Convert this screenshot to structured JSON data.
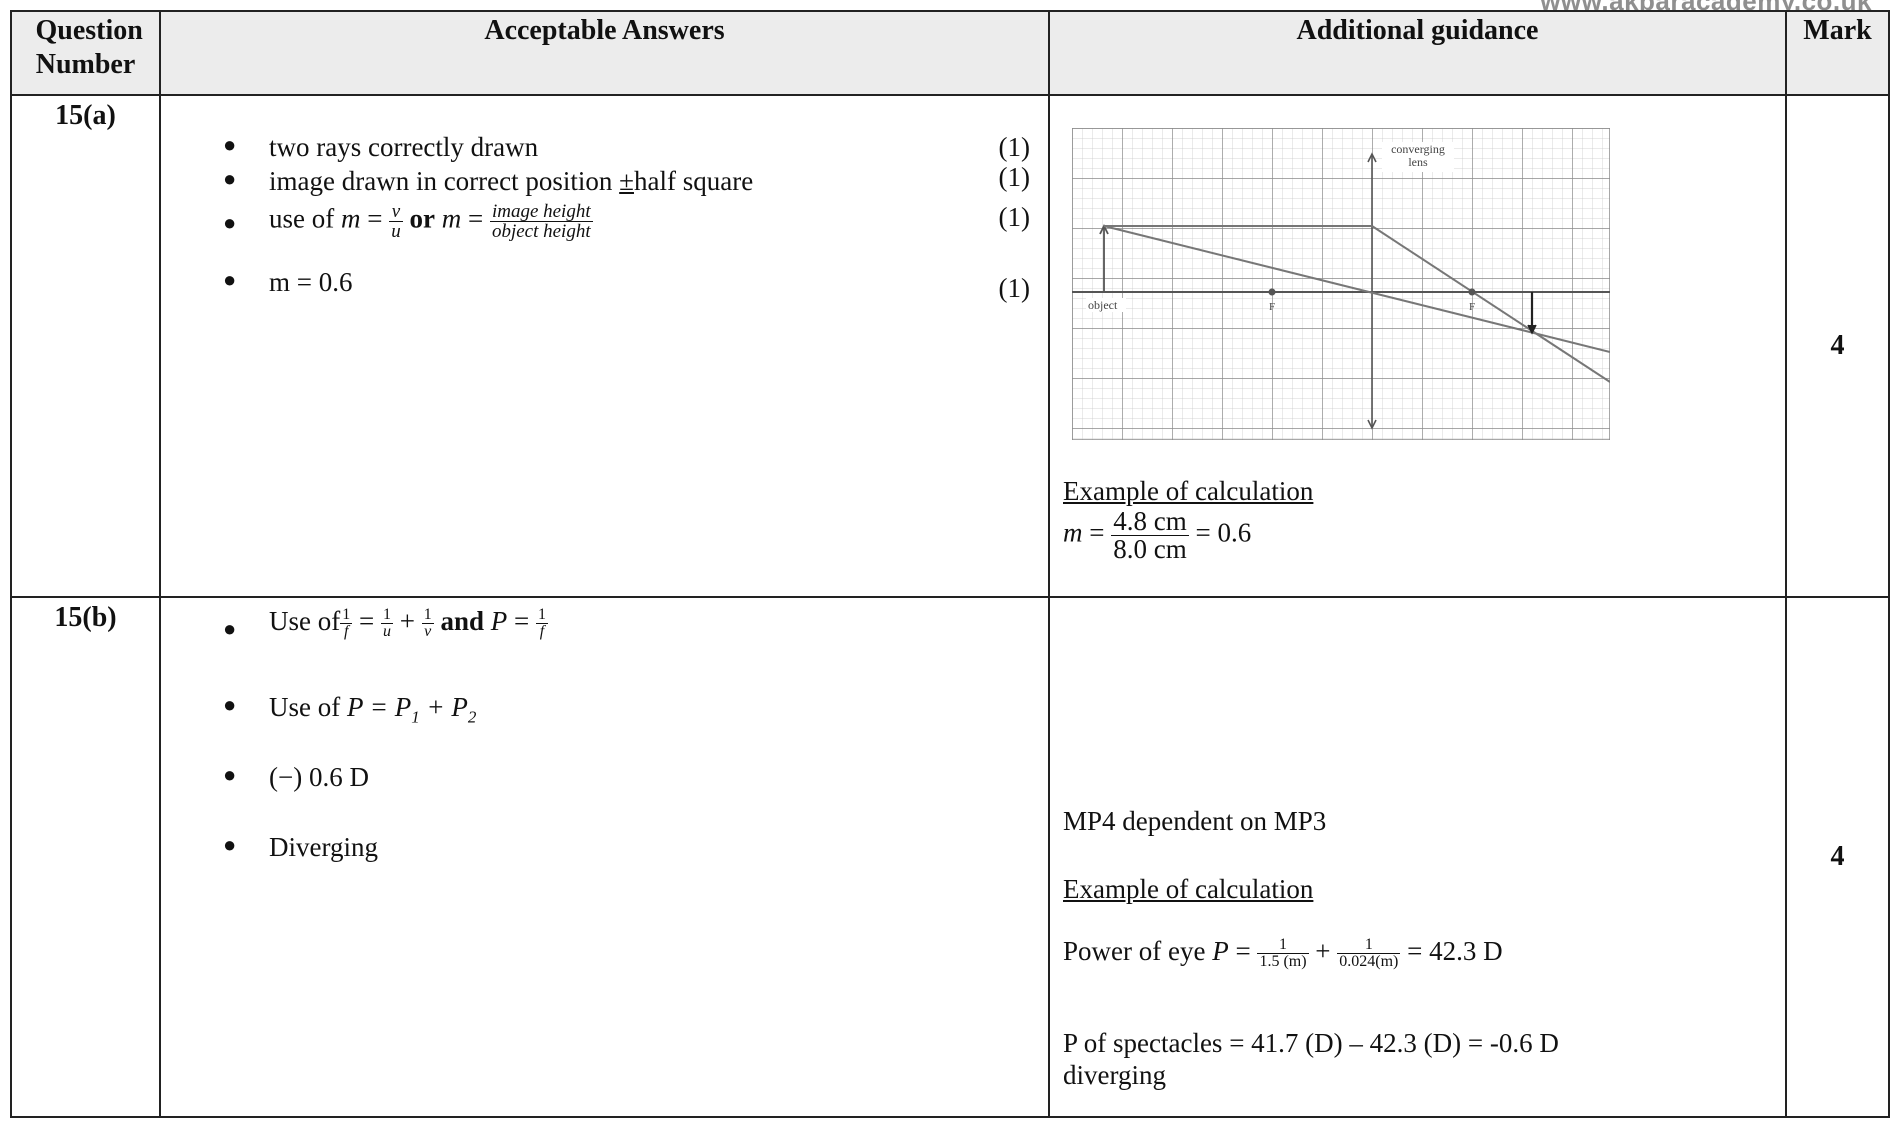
{
  "watermark": "www.akbaracademy.co.uk",
  "headers": {
    "question_number": "Question Number",
    "acceptable_answers": "Acceptable Answers",
    "additional_guidance": "Additional guidance",
    "mark": "Mark"
  },
  "rows": [
    {
      "question": "15(a)",
      "mark": "4",
      "answers": [
        {
          "text": "two rays correctly drawn",
          "score": "(1)"
        },
        {
          "text_before": "image drawn in correct position ",
          "pm": "±",
          "text_after": "half square",
          "score": "(1)"
        },
        {
          "text_prefix": "use of ",
          "or_text": "or",
          "frac1": {
            "num": "v",
            "den": "u"
          },
          "frac2": {
            "num": "image height",
            "den": "object height"
          },
          "score": "(1)"
        },
        {
          "text": "m = 0.6",
          "score": "(1)"
        }
      ],
      "guidance": {
        "diagram": {
          "lens_label": "converging",
          "lens_label2": "lens",
          "object_label": "object",
          "focal_label": "F"
        },
        "example_heading": "Example of calculation",
        "calc": {
          "num": "4.8 cm",
          "den": "8.0 cm",
          "result": "= 0.6"
        }
      }
    },
    {
      "question": "15(b)",
      "mark": "4",
      "answers": [
        {
          "text_prefix": "Use of",
          "and_text": "and"
        },
        {
          "text_prefix": "Use of ",
          "formula": "P = P",
          "sub1": "1",
          "plus": " + P",
          "sub2": "2"
        },
        {
          "text": "(−) 0.6 D"
        },
        {
          "text": "Diverging"
        }
      ],
      "guidance": {
        "dependency": "MP4 dependent on MP3",
        "example_heading": "Example of calculation",
        "power_prefix": "Power of eye ",
        "power_f1": {
          "num": "1",
          "den": "1.5 (m)"
        },
        "power_f2": {
          "num": "1",
          "den": "0.024(m)"
        },
        "power_result": "= 42.3 D",
        "spectacles": "P of spectacles = 41.7 (D) – 42.3 (D) = -0.6 D",
        "diverging": "diverging"
      }
    }
  ]
}
